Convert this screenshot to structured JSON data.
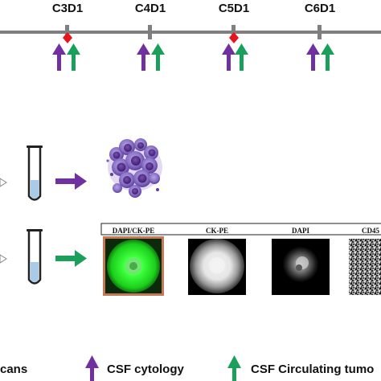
{
  "timeline": {
    "cycles": [
      "C3D1",
      "C4D1",
      "C5D1",
      "C6D1"
    ],
    "mri_marker_color": "#e8141c"
  },
  "colors": {
    "cytology_arrow": "#7030a0",
    "ctc_arrow": "#1aa05a",
    "axis": "#7f7f7f"
  },
  "panels": {
    "labels": [
      "DAPI/CK-PE",
      "CK-PE",
      "DAPI",
      "CD45"
    ]
  },
  "legend": {
    "scans_label": "cans",
    "cytology_label": "CSF cytology",
    "ctc_label": "CSF Circulating tumo"
  }
}
